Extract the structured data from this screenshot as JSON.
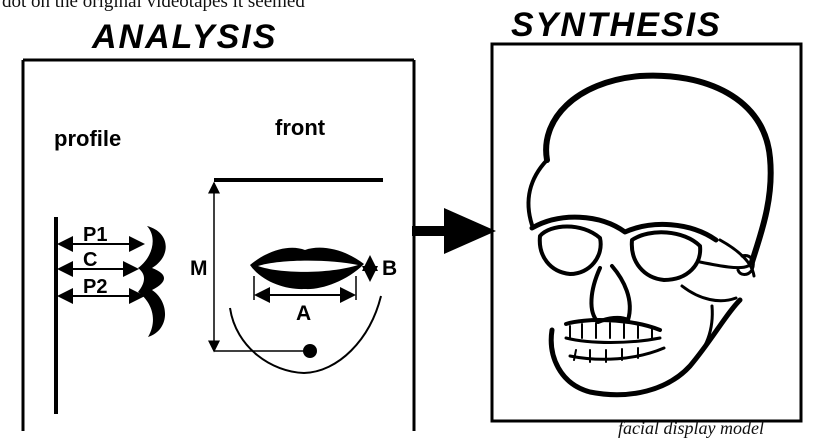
{
  "header_fragment": "dot on the original videotapes it seemed",
  "footer_fragment": "facial display model",
  "analysis": {
    "title": "ANALYSIS",
    "profile_label": "profile",
    "front_label": "front",
    "measures": {
      "p1": "P1",
      "c": "C",
      "p2": "P2",
      "m": "M",
      "a": "A",
      "b": "B"
    }
  },
  "synthesis": {
    "title": "SYNTHESIS",
    "figure": "skull-wireframe"
  },
  "colors": {
    "ink": "#000000",
    "background": "#ffffff"
  }
}
